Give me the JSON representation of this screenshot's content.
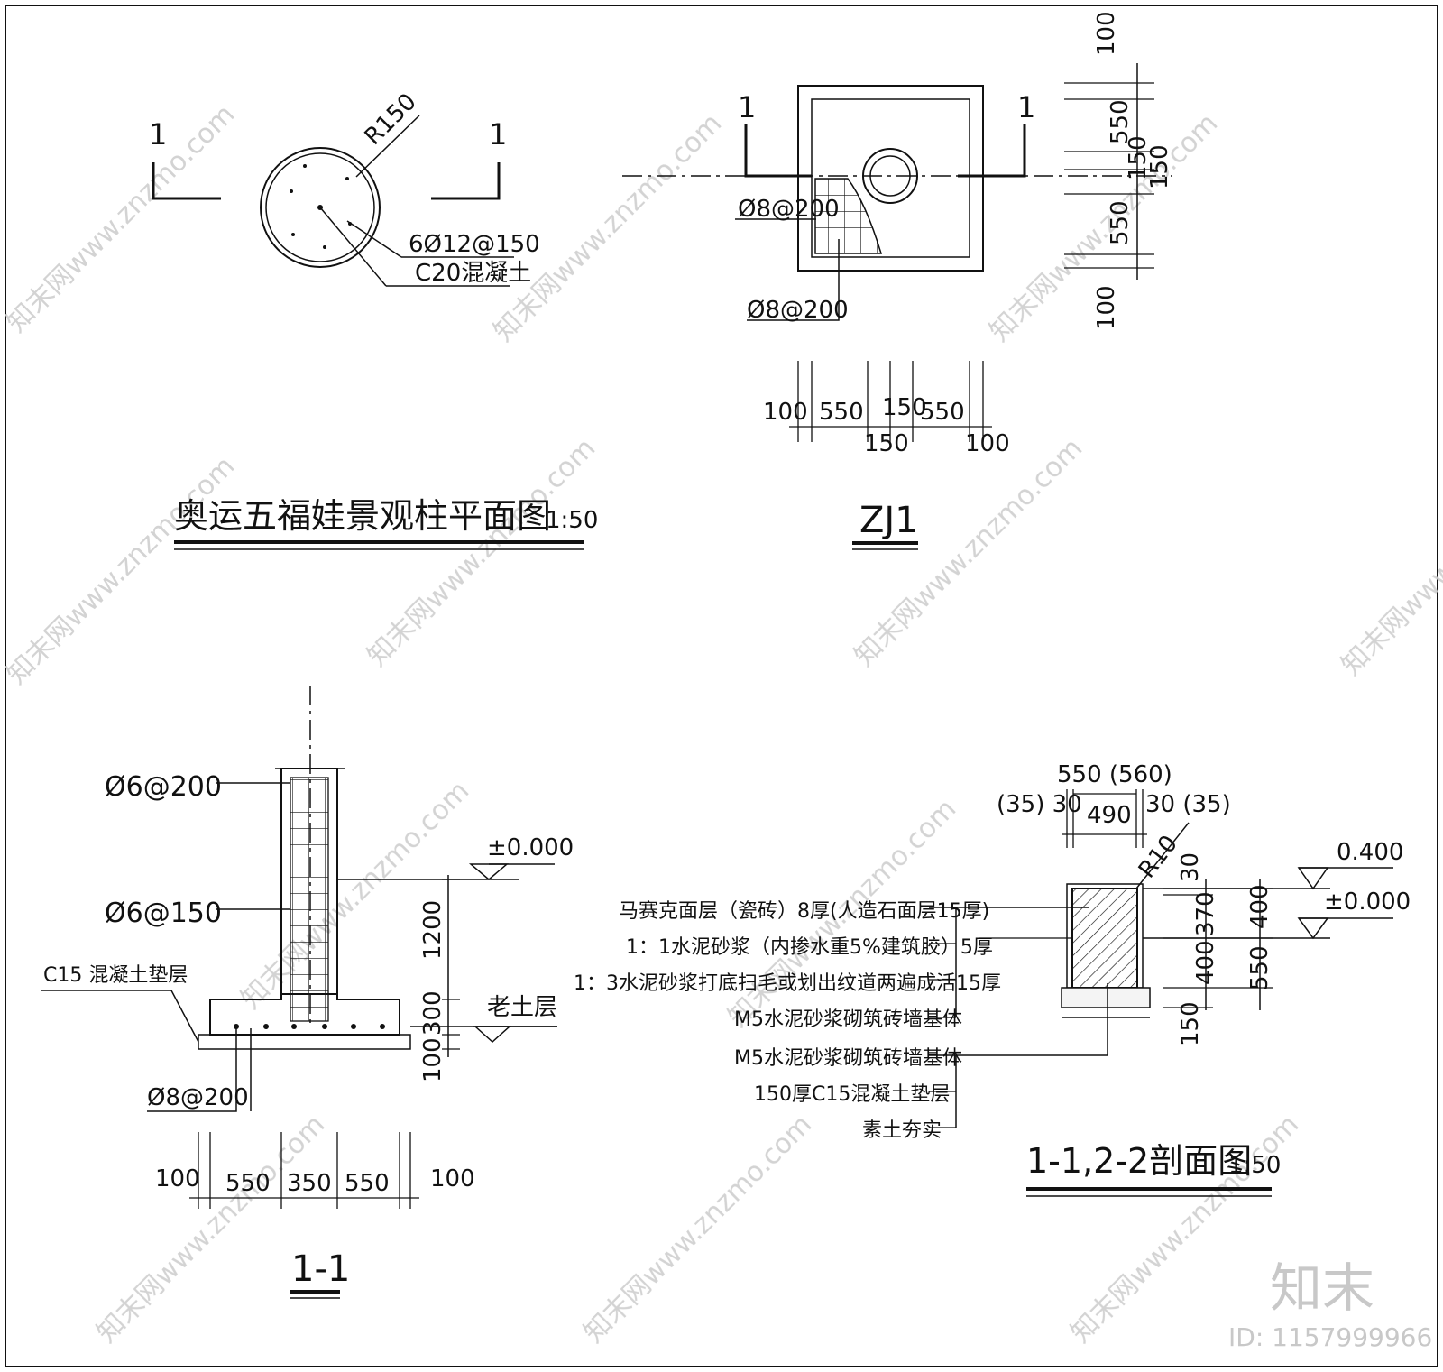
{
  "sheet": {
    "watermark_text": "知末网www.znzmo.com",
    "logo": "知末",
    "id_label": "ID: 1157999966"
  },
  "plan": {
    "title": "奥运五福娃景观柱平面图",
    "scale": "1:50",
    "section_mark_left": "1",
    "section_mark_right": "1",
    "radius_label": "R150",
    "rebar_label": "6Ø12@150",
    "concrete_label": "C20混凝土"
  },
  "zj1": {
    "title": "ZJ1",
    "section_mark_left": "1",
    "section_mark_right": "1",
    "rebar_top": "Ø8@200",
    "rebar_bottom": "Ø8@200",
    "dim_right": [
      "100",
      "550",
      "150",
      "550",
      "100"
    ],
    "dim_right_extra": "150",
    "dim_bottom_top": [
      "100",
      "550",
      "150",
      "550"
    ],
    "dim_bottom_low": [
      "150",
      "100"
    ]
  },
  "section11": {
    "title": "1-1",
    "rebar_a": "Ø6@200",
    "rebar_b": "Ø6@150",
    "pad_label": "C15 混凝土垫层",
    "rebar_c": "Ø8@200",
    "level_label": "±0.000",
    "soil_label": "老土层",
    "dims_vertical": [
      "1200",
      "300",
      "100"
    ],
    "dims_bottom": [
      "100",
      "550",
      "350",
      "550",
      "100"
    ]
  },
  "section22": {
    "title": "1-1,2-2剖面图",
    "scale": "1:50",
    "top_dim_total": "550 (560)",
    "top_dim_left": "(35) 30",
    "top_dim_mid": "490",
    "top_dim_right": "30 (35)",
    "radius_label": "R10",
    "level_top": "0.400",
    "level_zero": "±0.000",
    "dims_left": [
      "30",
      "370",
      "400"
    ],
    "dims_right": [
      "400",
      "550"
    ],
    "dim_bottom": "150",
    "notes_upper": [
      "马赛克面层（瓷砖）8厚(人造石面层15厚)",
      "1：1水泥砂浆（内掺水重5%建筑胶）5厚",
      "1：3水泥砂浆打底扫毛或划出纹道两遍成活15厚",
      "M5水泥砂浆砌筑砖墙基体"
    ],
    "notes_lower": [
      "M5水泥砂浆砌筑砖墙基体",
      "150厚C15混凝土垫层",
      "素土夯实"
    ]
  }
}
